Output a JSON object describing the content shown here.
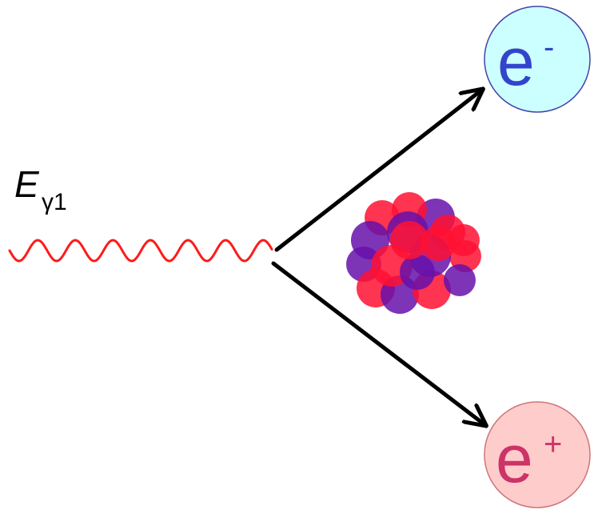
{
  "photon": {
    "label_main": "E",
    "label_sub": "γ1",
    "color": "#ff1a1a"
  },
  "arrows": {
    "color": "#000000"
  },
  "electron": {
    "symbol": "e",
    "charge": "-",
    "fill": "#ccffff",
    "stroke": "#4444aa",
    "text_color": "#3344cc"
  },
  "positron": {
    "symbol": "e",
    "charge": "+",
    "fill": "#ffcccc",
    "stroke": "#cc7777",
    "text_color": "#cc3366"
  },
  "nucleus": {
    "proton_color": "#ff1133",
    "neutron_color": "#6611aa"
  }
}
